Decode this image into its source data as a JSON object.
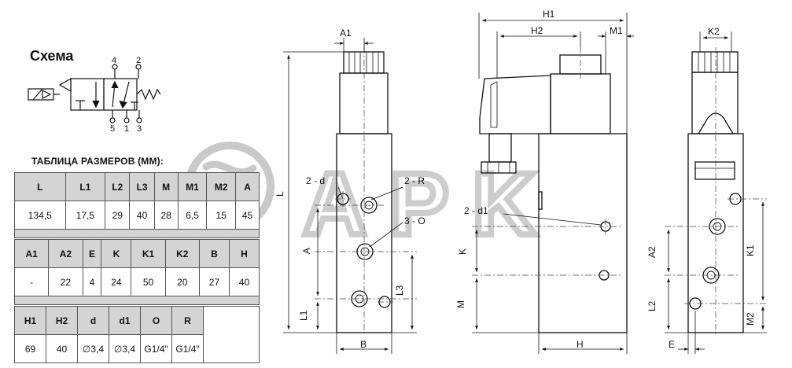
{
  "schema": {
    "title": "Схема",
    "port_labels": [
      "4",
      "2",
      "5",
      "1",
      "3"
    ]
  },
  "size_table": {
    "title": "ТАБЛИЦА РАЗМЕРОВ (ММ):",
    "groups": [
      {
        "headers": [
          "L",
          "L1",
          "L2",
          "L3",
          "M",
          "M1",
          "M2",
          "A"
        ],
        "values": [
          "134,5",
          "17,5",
          "29",
          "40",
          "28",
          "6,5",
          "15",
          "45"
        ]
      },
      {
        "headers": [
          "A1",
          "A2",
          "E",
          "K",
          "K1",
          "K2",
          "B",
          "H"
        ],
        "values": [
          "-",
          "22",
          "4",
          "24",
          "50",
          "20",
          "27",
          "40"
        ]
      },
      {
        "headers": [
          "H1",
          "H2",
          "d",
          "d1",
          "O",
          "R"
        ],
        "values": [
          "69",
          "40",
          "∅3,4",
          "∅3,4",
          "G1/4\"",
          "G1/4\""
        ]
      }
    ]
  },
  "watermark": {
    "text": "APK",
    "color": "#c8c8c8"
  },
  "drawing_labels": {
    "A1": "A1",
    "L": "L",
    "hole_d": "2 - d",
    "hole_R": "2 - R",
    "hole_O": "3 - O",
    "A": "A",
    "L3": "L3",
    "L1": "L1",
    "B": "B",
    "H1": "H1",
    "H2": "H2",
    "M1": "M1",
    "hole_d1": "2 - d1",
    "K": "K",
    "M": "M",
    "H": "H",
    "K2": "K2",
    "A2": "A2",
    "K1": "K1",
    "L2": "L2",
    "M2": "M2",
    "E": "E"
  }
}
